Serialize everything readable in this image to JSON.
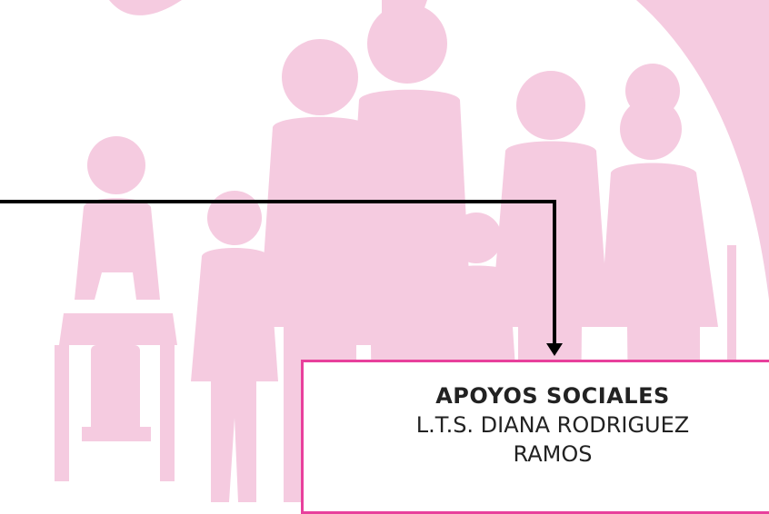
{
  "background": {
    "illustration": "family-silhouette-watermark",
    "color": "#f4c4dc"
  },
  "connector": {
    "color": "#000000",
    "arrowhead": "down"
  },
  "node": {
    "border_color": "#e8409c",
    "title": "APOYOS  SOCIALES",
    "name_line1": "L.T.S. DIANA RODRIGUEZ",
    "name_line2": "RAMOS"
  }
}
